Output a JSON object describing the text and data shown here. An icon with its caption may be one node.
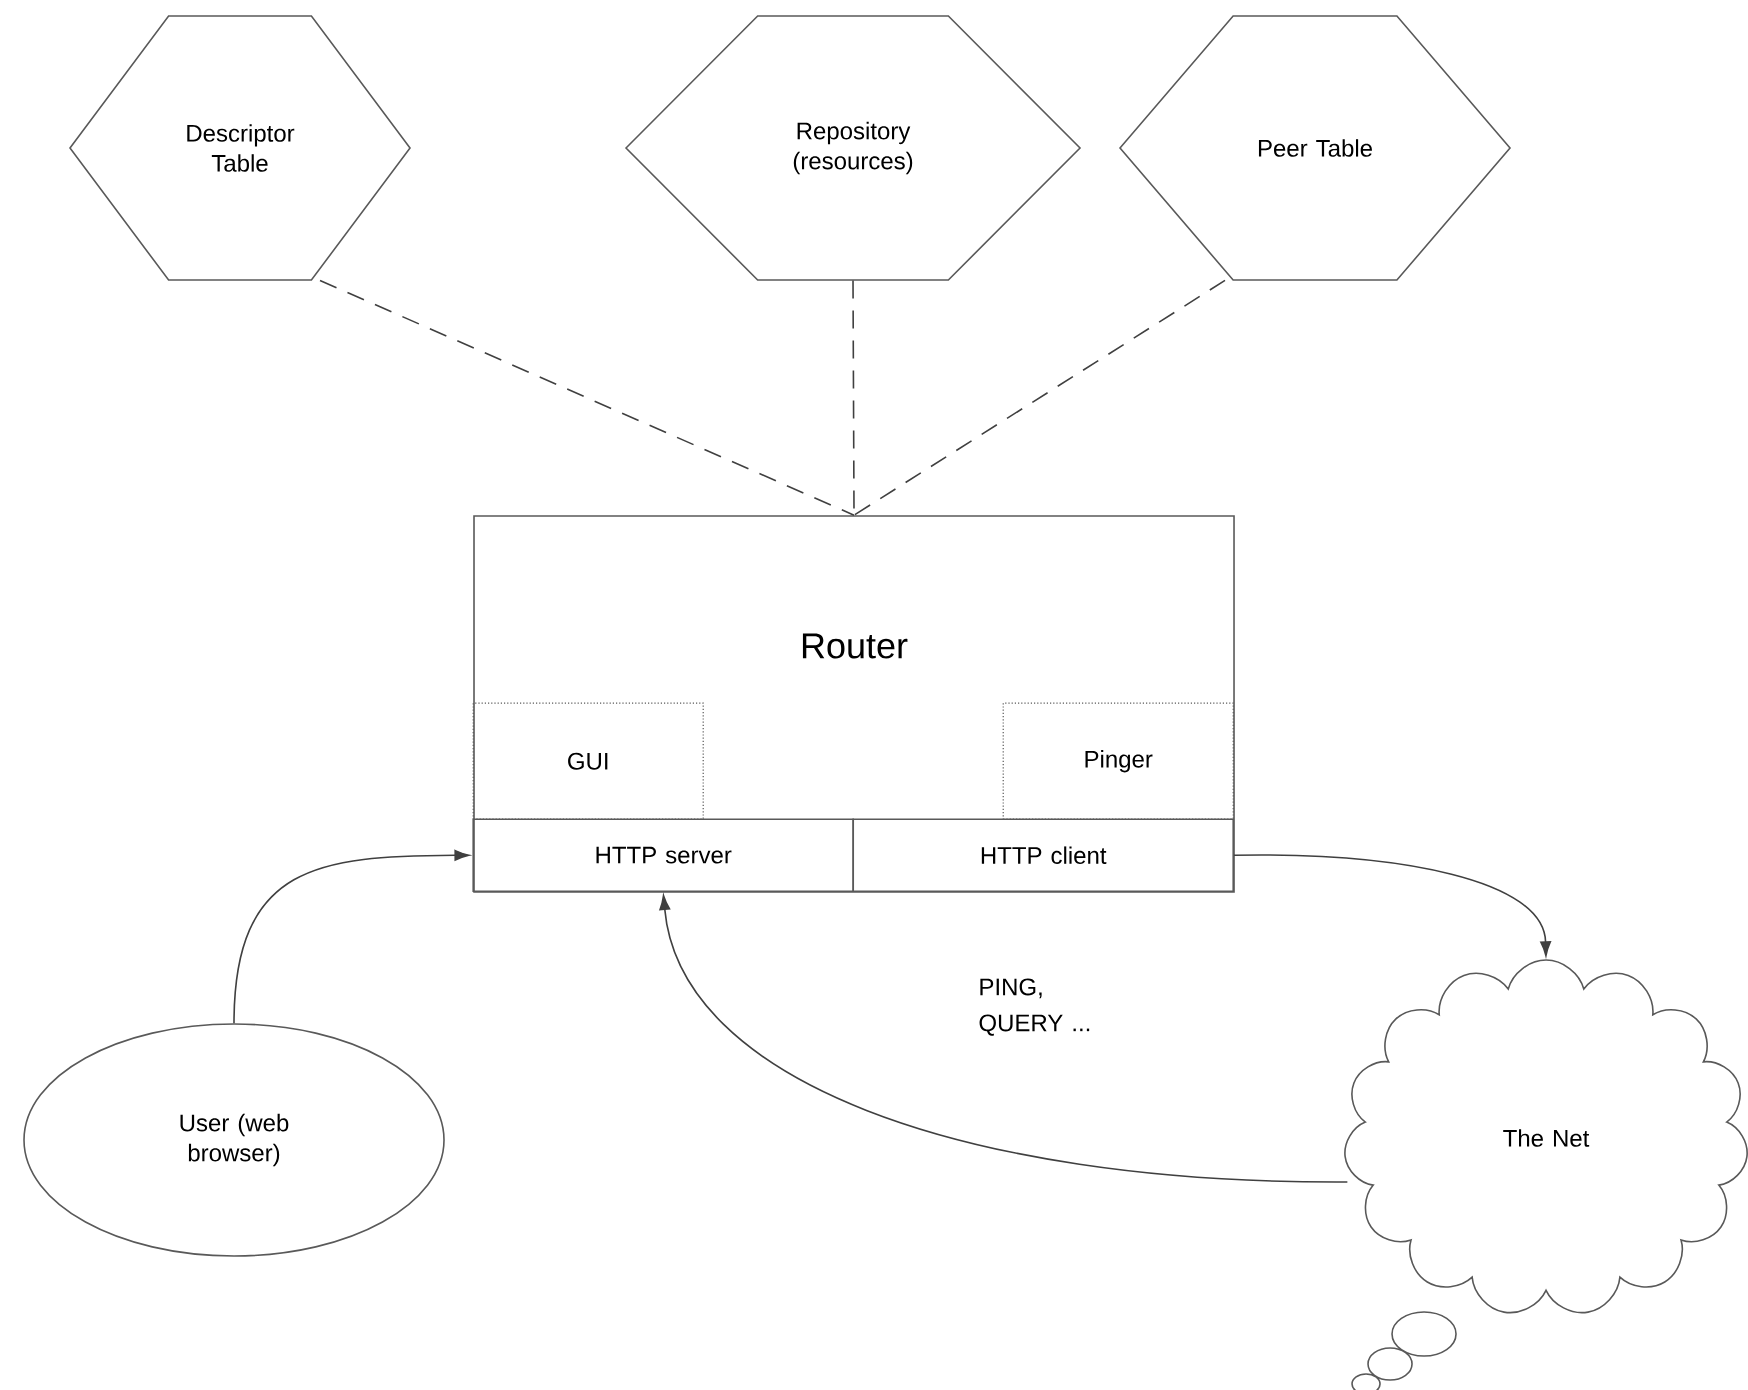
{
  "diagram": {
    "nodes": [
      {
        "text": [
          "Descriptor Table"
        ]
      },
      {
        "text": [
          "Repository (resources)"
        ]
      },
      {
        "text": [
          "Peer Table"
        ]
      },
      {
        "text": [
          "Router"
        ]
      },
      {
        "text": [
          "GUI"
        ],
        "in": 3
      },
      {
        "text": [
          "Pinger"
        ],
        "in": 3
      },
      {
        "text": [
          "HTTP server"
        ],
        "in": 3
      },
      {
        "text": [
          "HTTP client"
        ],
        "in": 3
      },
      {
        "text": [
          "User (web browser)"
        ]
      },
      {
        "text": [
          "The Net"
        ]
      }
    ],
    "edges": [
      {
        "from": 0,
        "to": 3,
        "arrow": "none",
        "style": "dashed"
      },
      {
        "from": 1,
        "to": 3,
        "arrow": "none",
        "style": "dashed"
      },
      {
        "from": 2,
        "to": 3,
        "arrow": "none",
        "style": "dashed"
      },
      {
        "from": 8,
        "to": 6,
        "arrow": "to"
      },
      {
        "from": 7,
        "to": 9,
        "arrow": "to"
      },
      {
        "from": 9,
        "to": 6,
        "arrow": "to",
        "label": "PING, QUERY ..."
      }
    ]
  }
}
